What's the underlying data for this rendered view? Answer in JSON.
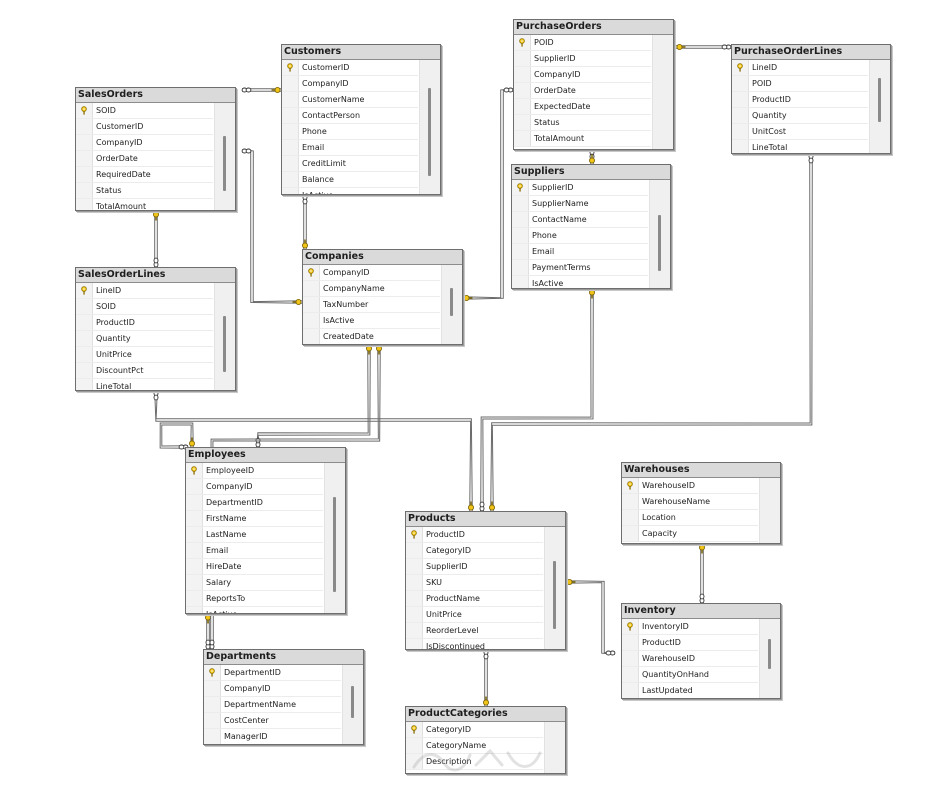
{
  "diagram": {
    "tables": [
      {
        "id": "salesorders",
        "name": "SalesOrders",
        "columns": [
          {
            "name": "SOID",
            "pk": true
          },
          {
            "name": "CustomerID"
          },
          {
            "name": "CompanyID"
          },
          {
            "name": "OrderDate"
          },
          {
            "name": "RequiredDate"
          },
          {
            "name": "Status"
          },
          {
            "name": "TotalAmount"
          }
        ]
      },
      {
        "id": "customers",
        "name": "Customers",
        "columns": [
          {
            "name": "CustomerID",
            "pk": true
          },
          {
            "name": "CompanyID"
          },
          {
            "name": "CustomerName"
          },
          {
            "name": "ContactPerson"
          },
          {
            "name": "Phone"
          },
          {
            "name": "Email"
          },
          {
            "name": "CreditLimit"
          },
          {
            "name": "Balance"
          },
          {
            "name": "IsActive"
          }
        ]
      },
      {
        "id": "purchaseorders",
        "name": "PurchaseOrders",
        "columns": [
          {
            "name": "POID",
            "pk": true
          },
          {
            "name": "SupplierID"
          },
          {
            "name": "CompanyID"
          },
          {
            "name": "OrderDate"
          },
          {
            "name": "ExpectedDate"
          },
          {
            "name": "Status"
          },
          {
            "name": "TotalAmount"
          }
        ]
      },
      {
        "id": "purchaseorderlines",
        "name": "PurchaseOrderLines",
        "columns": [
          {
            "name": "LineID",
            "pk": true
          },
          {
            "name": "POID"
          },
          {
            "name": "ProductID"
          },
          {
            "name": "Quantity"
          },
          {
            "name": "UnitCost"
          },
          {
            "name": "LineTotal"
          }
        ]
      },
      {
        "id": "suppliers",
        "name": "Suppliers",
        "columns": [
          {
            "name": "SupplierID",
            "pk": true
          },
          {
            "name": "SupplierName"
          },
          {
            "name": "ContactName"
          },
          {
            "name": "Phone"
          },
          {
            "name": "Email"
          },
          {
            "name": "PaymentTerms"
          },
          {
            "name": "IsActive"
          }
        ]
      },
      {
        "id": "salesorderlines",
        "name": "SalesOrderLines",
        "columns": [
          {
            "name": "LineID",
            "pk": true
          },
          {
            "name": "SOID"
          },
          {
            "name": "ProductID"
          },
          {
            "name": "Quantity"
          },
          {
            "name": "UnitPrice"
          },
          {
            "name": "DiscountPct"
          },
          {
            "name": "LineTotal"
          }
        ]
      },
      {
        "id": "companies",
        "name": "Companies",
        "columns": [
          {
            "name": "CompanyID",
            "pk": true
          },
          {
            "name": "CompanyName"
          },
          {
            "name": "TaxNumber"
          },
          {
            "name": "IsActive"
          },
          {
            "name": "CreatedDate"
          }
        ]
      },
      {
        "id": "employees",
        "name": "Employees",
        "columns": [
          {
            "name": "EmployeeID",
            "pk": true
          },
          {
            "name": "CompanyID"
          },
          {
            "name": "DepartmentID"
          },
          {
            "name": "FirstName"
          },
          {
            "name": "LastName"
          },
          {
            "name": "Email"
          },
          {
            "name": "HireDate"
          },
          {
            "name": "Salary"
          },
          {
            "name": "ReportsTo"
          },
          {
            "name": "IsActive"
          }
        ]
      },
      {
        "id": "warehouses",
        "name": "Warehouses",
        "columns": [
          {
            "name": "WarehouseID",
            "pk": true
          },
          {
            "name": "WarehouseName"
          },
          {
            "name": "Location"
          },
          {
            "name": "Capacity"
          }
        ]
      },
      {
        "id": "products",
        "name": "Products",
        "columns": [
          {
            "name": "ProductID",
            "pk": true
          },
          {
            "name": "CategoryID"
          },
          {
            "name": "SupplierID"
          },
          {
            "name": "SKU"
          },
          {
            "name": "ProductName"
          },
          {
            "name": "UnitPrice"
          },
          {
            "name": "ReorderLevel"
          },
          {
            "name": "IsDiscontinued"
          }
        ]
      },
      {
        "id": "inventory",
        "name": "Inventory",
        "columns": [
          {
            "name": "InventoryID",
            "pk": true
          },
          {
            "name": "ProductID"
          },
          {
            "name": "WarehouseID"
          },
          {
            "name": "QuantityOnHand"
          },
          {
            "name": "LastUpdated"
          }
        ]
      },
      {
        "id": "departments",
        "name": "Departments",
        "columns": [
          {
            "name": "DepartmentID",
            "pk": true
          },
          {
            "name": "CompanyID"
          },
          {
            "name": "DepartmentName"
          },
          {
            "name": "CostCenter"
          },
          {
            "name": "ManagerID"
          }
        ]
      },
      {
        "id": "productcategories",
        "name": "ProductCategories",
        "columns": [
          {
            "name": "CategoryID",
            "pk": true
          },
          {
            "name": "CategoryName"
          },
          {
            "name": "Description"
          }
        ]
      }
    ],
    "relationships": [
      {
        "from": "salesorders",
        "to": "customers"
      },
      {
        "from": "salesorders",
        "to": "companies"
      },
      {
        "from": "salesorderlines",
        "to": "salesorders"
      },
      {
        "from": "salesorderlines",
        "to": "products"
      },
      {
        "from": "customers",
        "to": "companies"
      },
      {
        "from": "purchaseorders",
        "to": "companies"
      },
      {
        "from": "purchaseorders",
        "to": "suppliers"
      },
      {
        "from": "purchaseorderlines",
        "to": "purchaseorders"
      },
      {
        "from": "purchaseorderlines",
        "to": "products"
      },
      {
        "from": "employees",
        "to": "companies"
      },
      {
        "from": "employees",
        "to": "employees"
      },
      {
        "from": "departments",
        "to": "employees"
      },
      {
        "from": "departments",
        "to": "companies"
      },
      {
        "from": "products",
        "to": "suppliers"
      },
      {
        "from": "products",
        "to": "productcategories"
      },
      {
        "from": "inventory",
        "to": "products"
      },
      {
        "from": "inventory",
        "to": "warehouses"
      }
    ],
    "colors": {
      "header_fill": "#dadada",
      "border": "#6e6e6e",
      "connector": "#6a6a6a",
      "key_icon": "#f0c419"
    }
  }
}
